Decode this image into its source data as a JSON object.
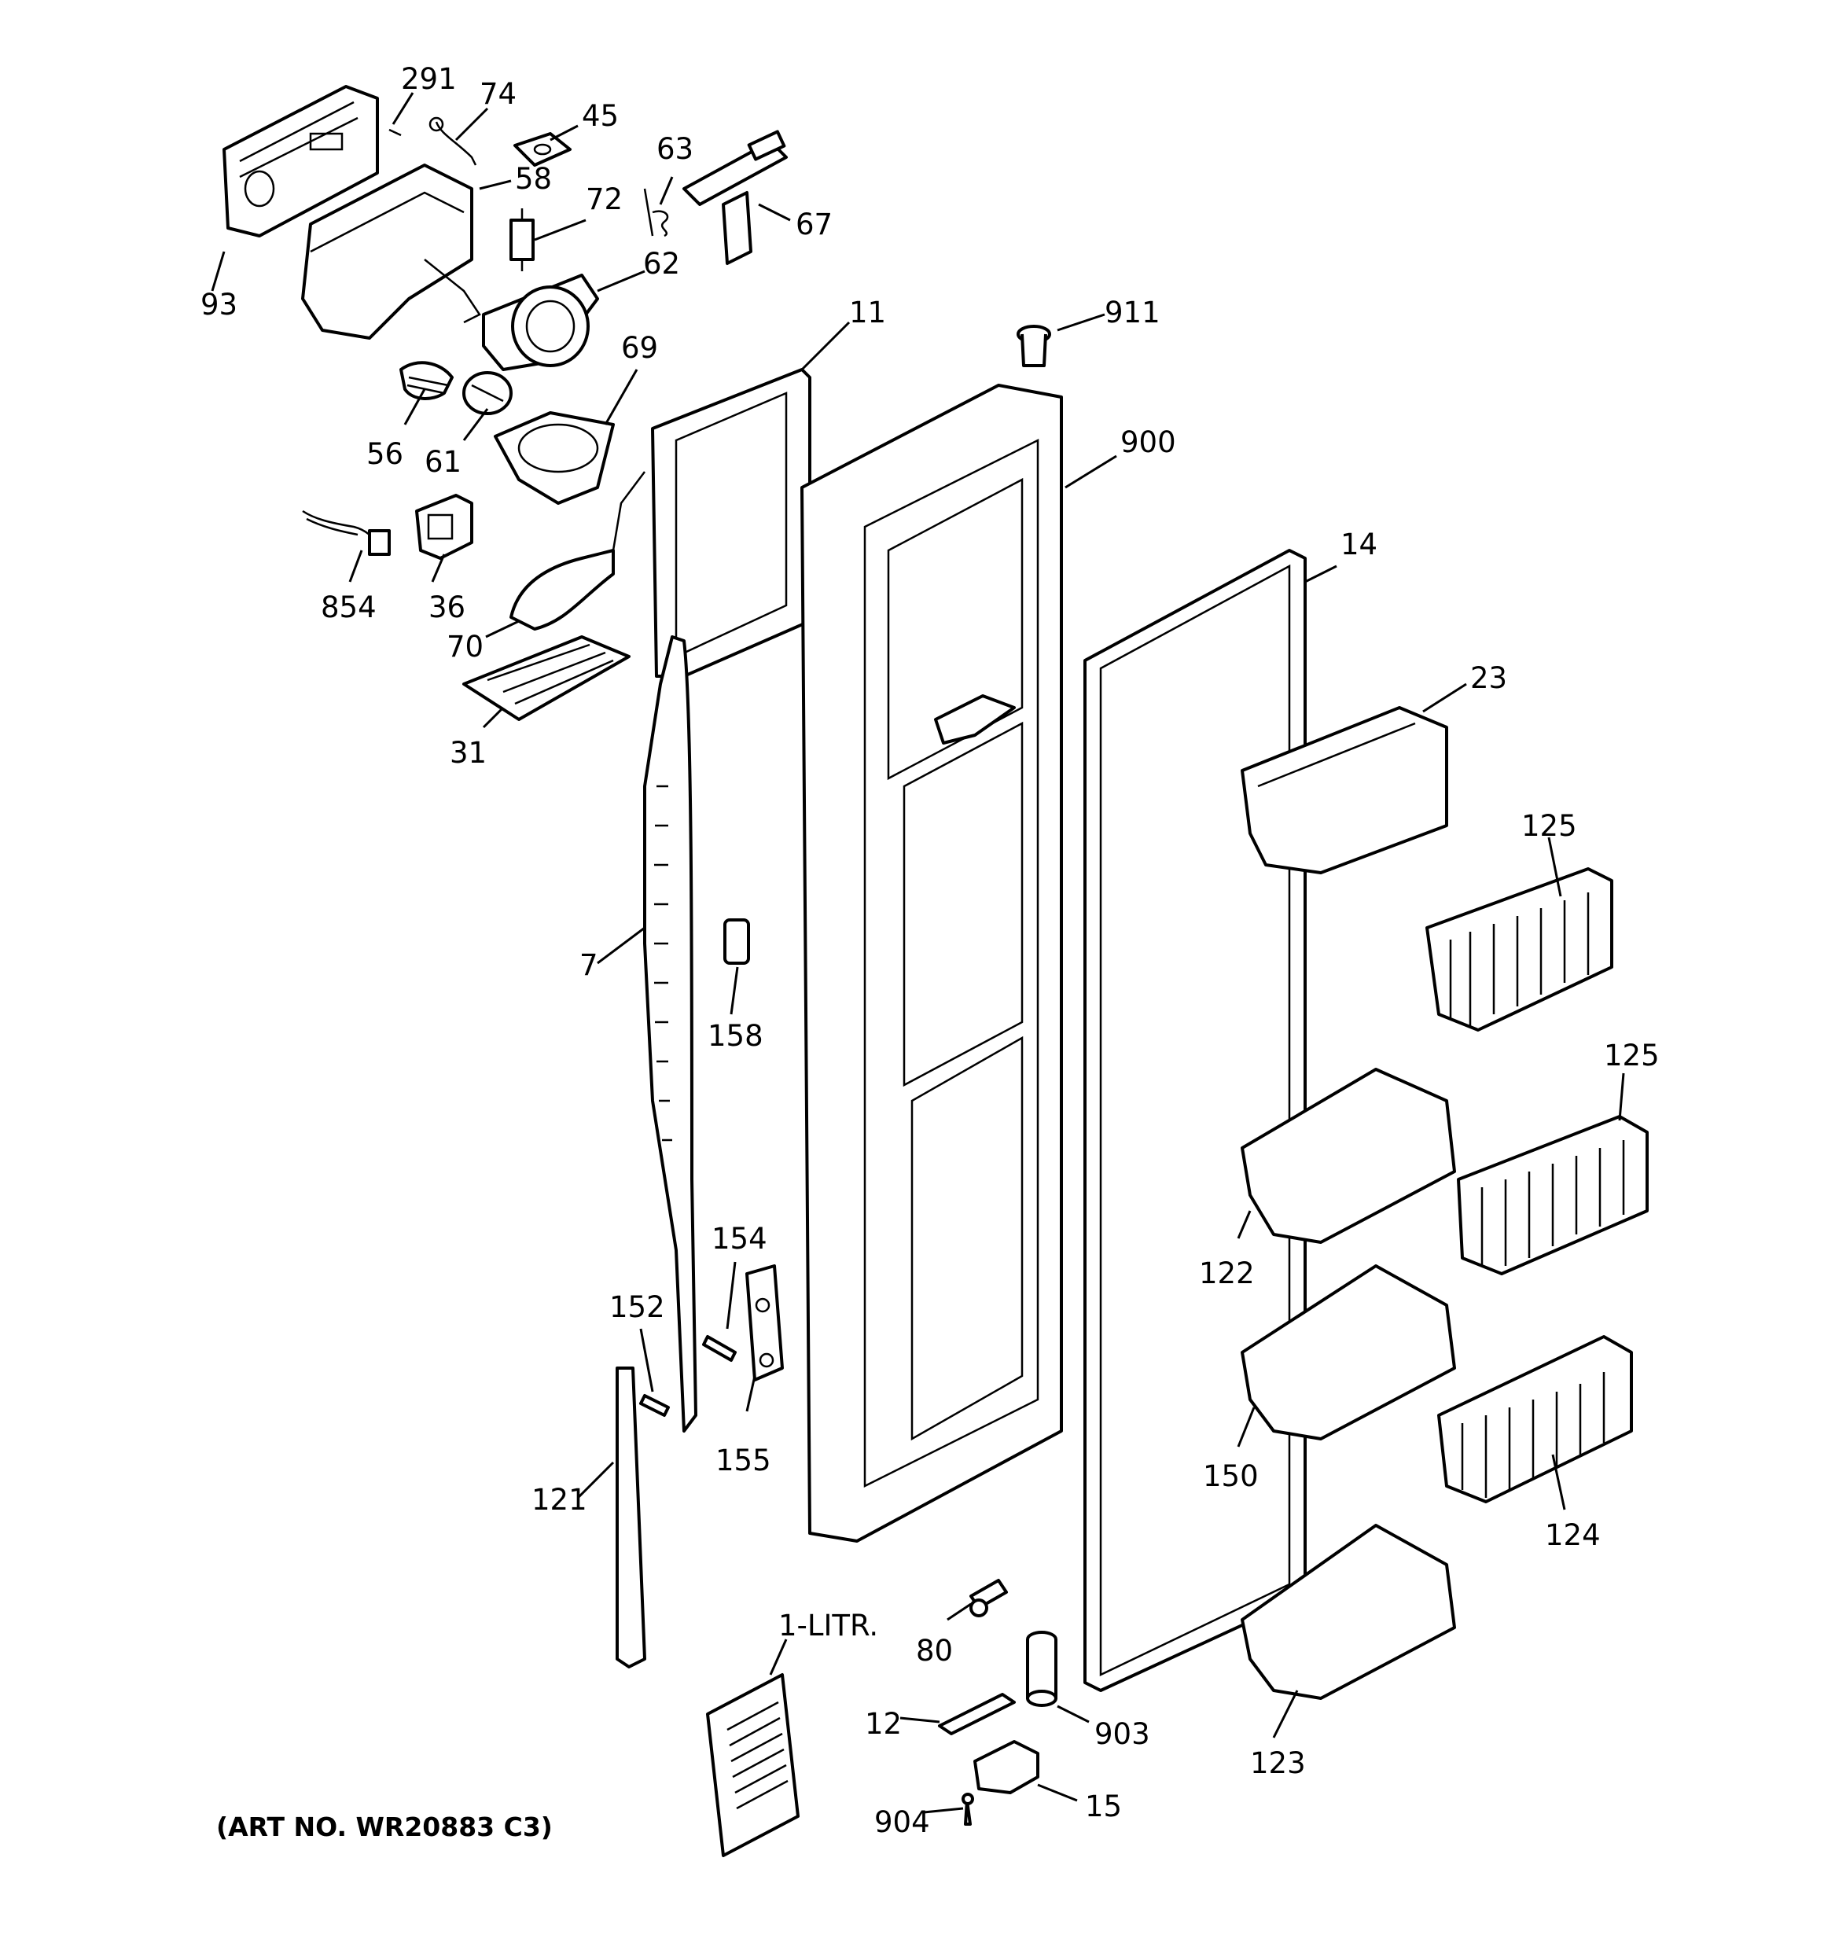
{
  "caption": "(ART NO. WR20883 C3)",
  "callouts": {
    "c291": "291",
    "c74": "74",
    "c45": "45",
    "c58": "58",
    "c63": "63",
    "c72": "72",
    "c67": "67",
    "c93": "93",
    "c62": "62",
    "c11": "11",
    "c911": "911",
    "c69": "69",
    "c56": "56",
    "c61": "61",
    "c900": "900",
    "c854": "854",
    "c36": "36",
    "c14": "14",
    "c70": "70",
    "c23": "23",
    "c31": "31",
    "c125a": "125",
    "c7": "7",
    "c158": "158",
    "c125b": "125",
    "c154": "154",
    "c122": "122",
    "c152": "152",
    "c155": "155",
    "c150": "150",
    "c121": "121",
    "c124": "124",
    "c80": "80",
    "c1litr": "1-LITR.",
    "c12": "12",
    "c903": "903",
    "c123": "123",
    "c904": "904",
    "c15": "15"
  }
}
